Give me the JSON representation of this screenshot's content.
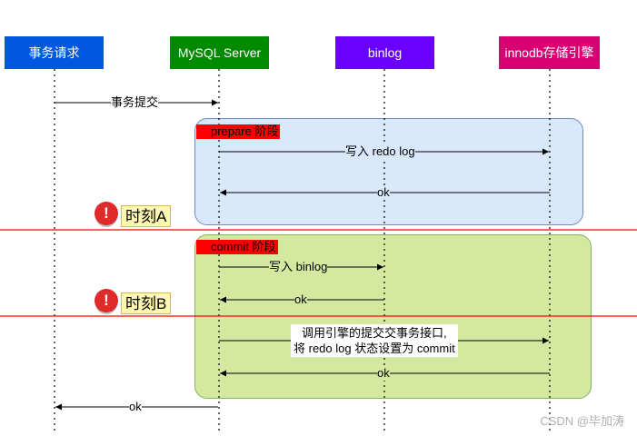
{
  "participants": {
    "requester": "事务请求",
    "server": "MySQL Server",
    "binlog": "binlog",
    "innodb": "innodb存储引擎"
  },
  "phases": {
    "prepare": "prepare 阶段",
    "commit": "commit 阶段"
  },
  "moments": {
    "a": "时刻A",
    "b": "时刻B",
    "warning_symbol": "!"
  },
  "messages": {
    "tx_commit": "事务提交",
    "write_redo": "写入 redo log",
    "ok_prepare": "ok",
    "write_binlog": "写入 binlog",
    "ok_binlog": "ok",
    "call_engine_line1": "调用引擎的提交交事务接口,",
    "call_engine_line2": "将 redo log 状态设置为 commit",
    "ok_commit": "ok",
    "ok_final": "ok"
  },
  "colors": {
    "requester": "#0057e0",
    "server": "#008a00",
    "binlog": "#6a00ff",
    "innodb": "#d80073",
    "prepare_fill": "#dae8fc",
    "commit_fill": "#d5e8a0",
    "moment_line": "#ff0000"
  },
  "watermark": "CSDN @毕加涛"
}
